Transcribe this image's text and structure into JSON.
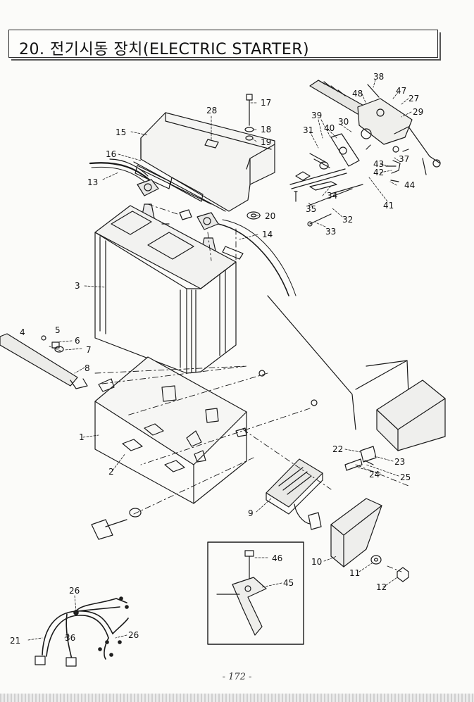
{
  "header": {
    "title": "20. 전기시동 장치(ELECTRIC STARTER)"
  },
  "page_number": "- 172 -",
  "callouts": {
    "c1": "1",
    "c2": "2",
    "c3": "3",
    "c4": "4",
    "c5": "5",
    "c6": "6",
    "c7": "7",
    "c8": "8",
    "c9": "9",
    "c10": "10",
    "c11": "11",
    "c12": "12",
    "c13": "13",
    "c14": "14",
    "c15": "15",
    "c16": "16",
    "c17": "17",
    "c18": "18",
    "c19": "19",
    "c20": "20",
    "c21": "21",
    "c22": "22",
    "c23": "23",
    "c24": "24",
    "c25": "25",
    "c26a": "26",
    "c26b": "26",
    "c27": "27",
    "c28": "28",
    "c29": "29",
    "c30": "30",
    "c31": "31",
    "c32": "32",
    "c33": "33",
    "c34": "34",
    "c35": "35",
    "c36": "36",
    "c37": "37",
    "c38": "38",
    "c39": "39",
    "c40": "40",
    "c41": "41",
    "c42": "42",
    "c43": "43",
    "c44": "44",
    "c45": "45",
    "c46": "46",
    "c47": "47",
    "c48": "48"
  }
}
